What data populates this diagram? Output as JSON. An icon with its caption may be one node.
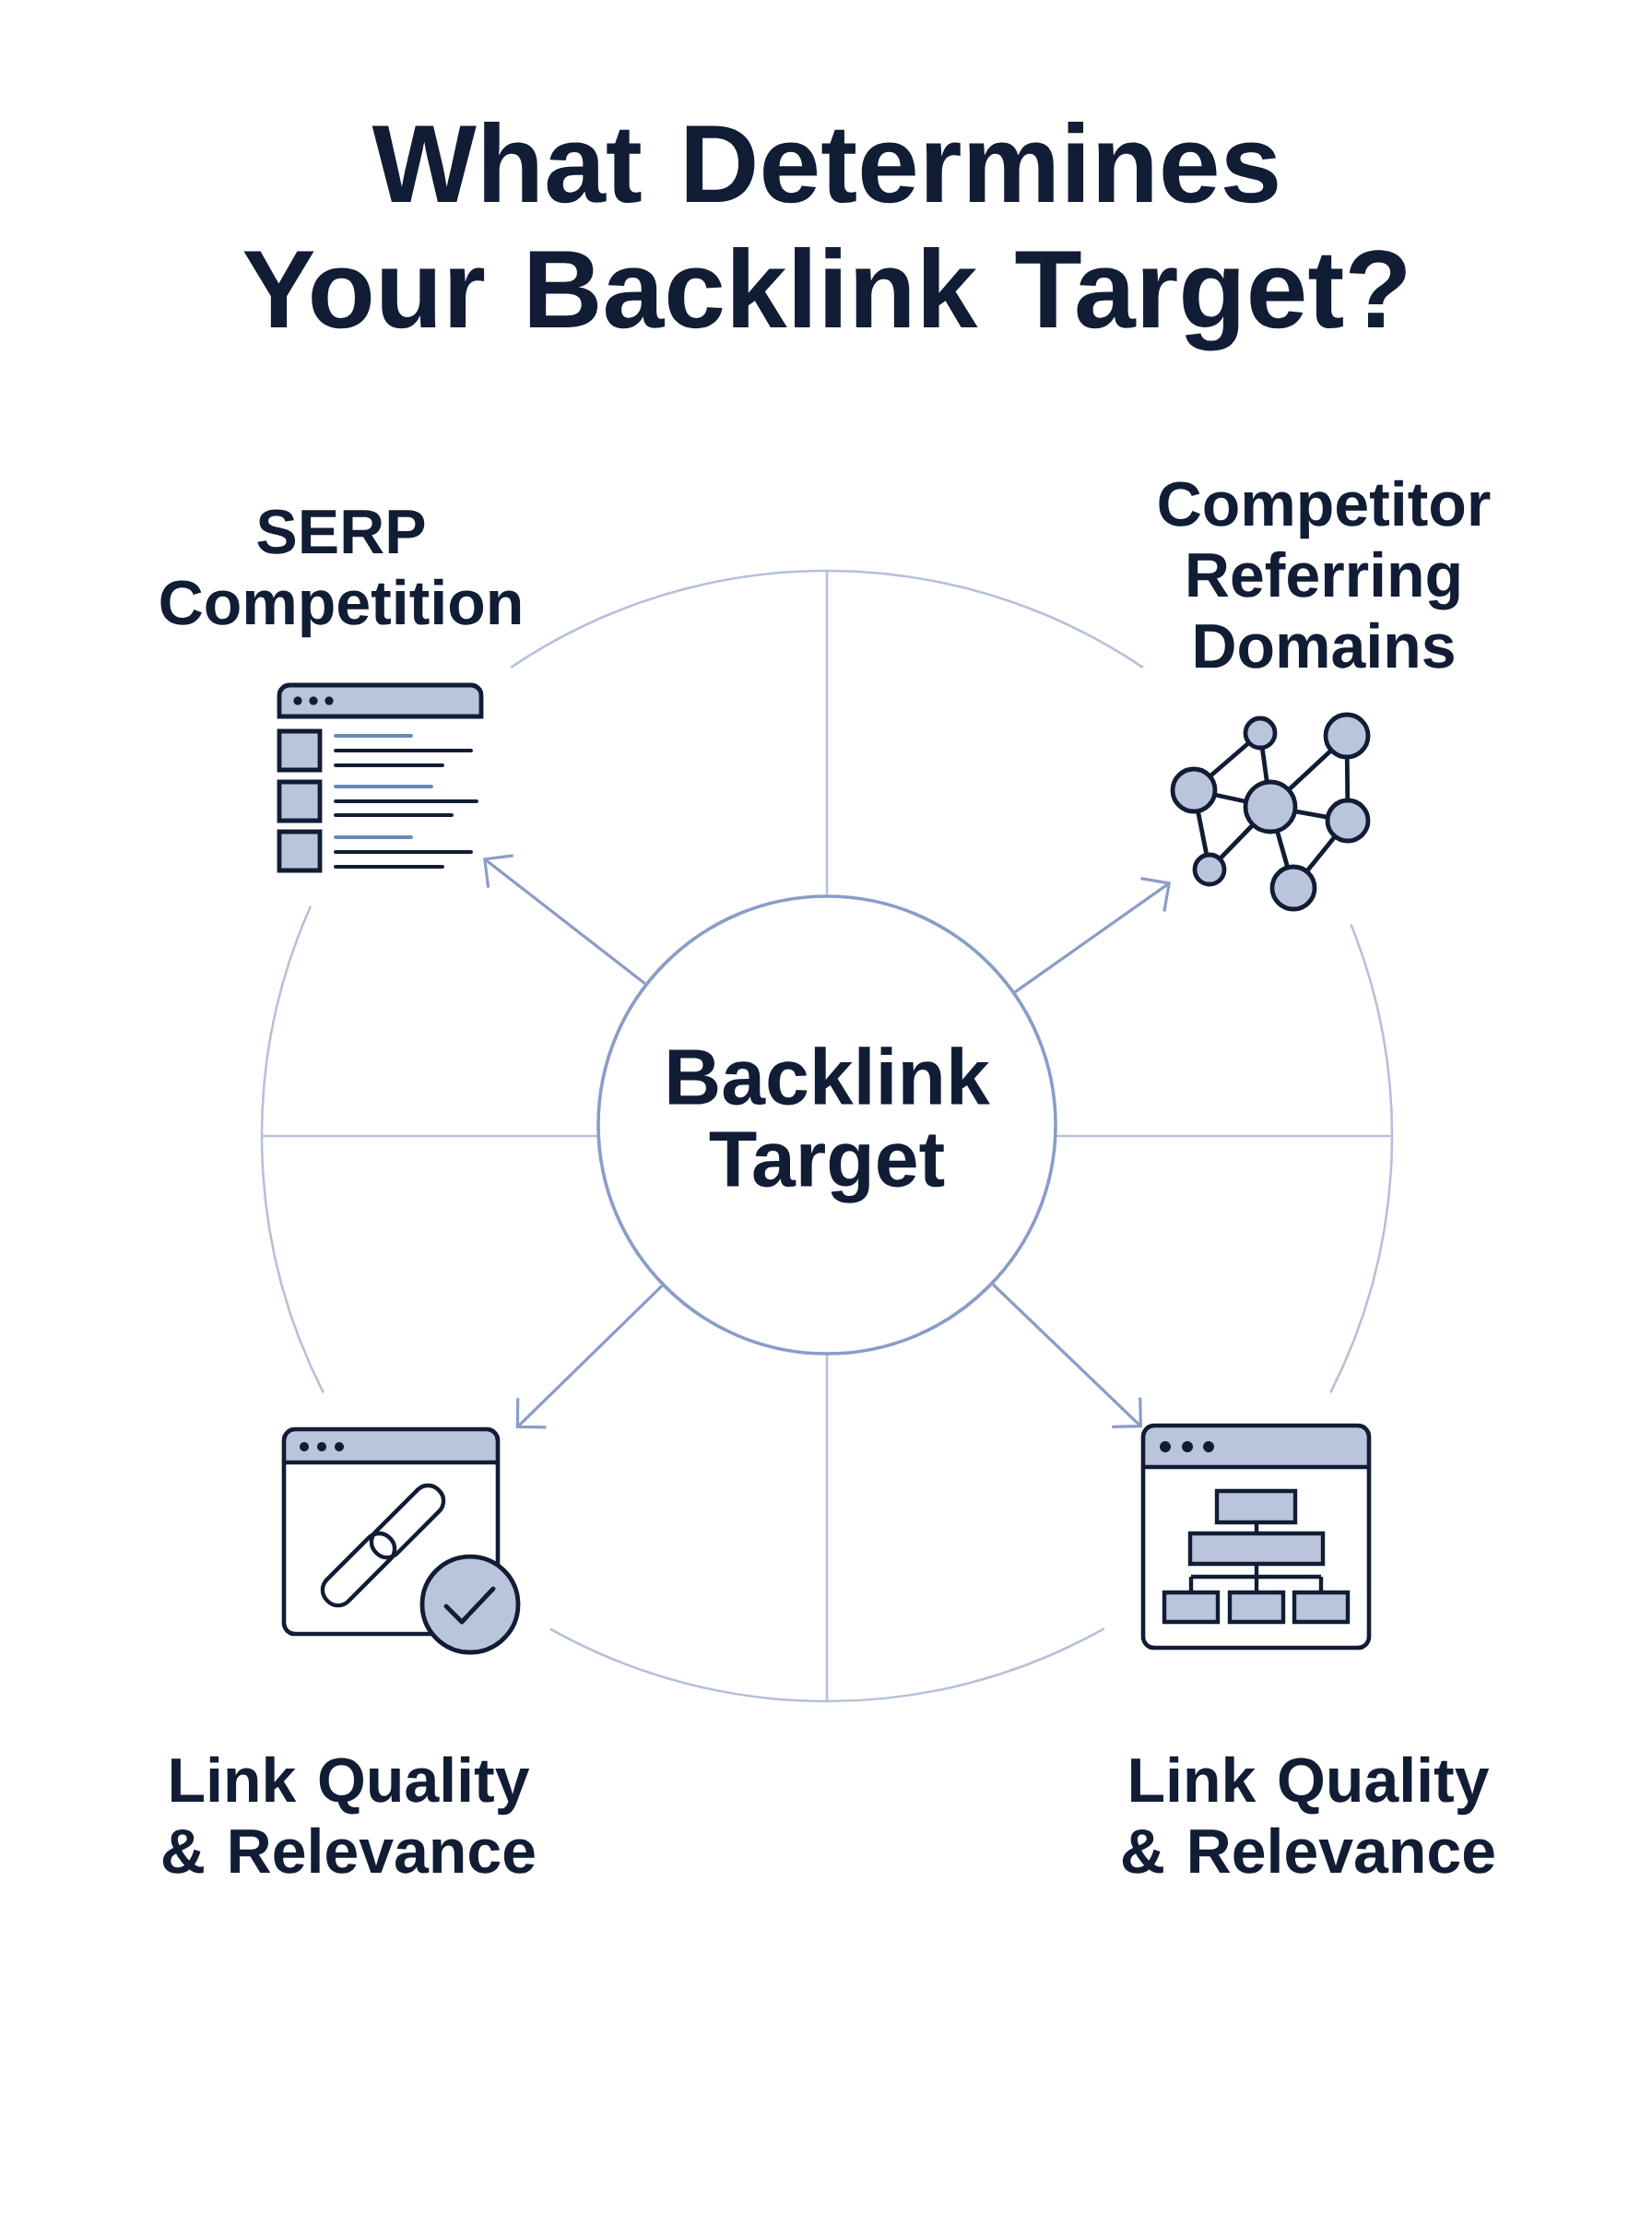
{
  "diagram": {
    "title": "What Determines Your Backlink Target?",
    "nodes": [
      {
        "text": [],
        "shape": "picture",
        "beside": [
          "SERP Competition"
        ]
      },
      {
        "text": [],
        "shape": "picture",
        "beside": [
          "Competitor Referring Domains"
        ]
      },
      {
        "text": [
          "Backlink Target"
        ]
      },
      {
        "text": [],
        "shape": "picture",
        "beside": [
          "Link Quality & Relevance"
        ]
      },
      {
        "text": [],
        "shape": "picture",
        "beside": [
          "Link Quality & Relevance"
        ]
      }
    ],
    "edges": [
      {
        "from": 2,
        "to": 0,
        "arrow": "to"
      },
      {
        "from": 2,
        "to": 1,
        "arrow": "to"
      },
      {
        "from": 2,
        "to": 3,
        "arrow": "to"
      },
      {
        "from": 2,
        "to": 4,
        "arrow": "to"
      }
    ]
  }
}
